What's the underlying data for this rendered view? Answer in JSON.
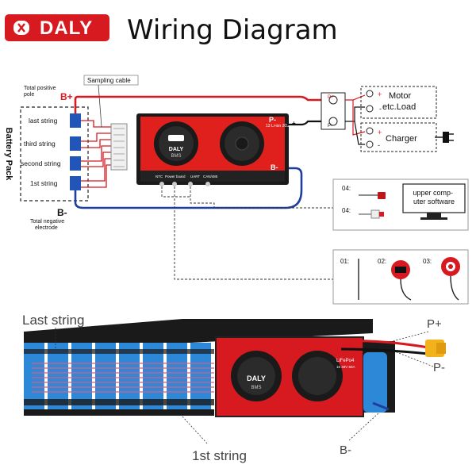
{
  "header": {
    "brand": "DALY",
    "title": "Wiring Diagram"
  },
  "battery_pack": {
    "side_label": "Battery Pack",
    "total_positive_label": "Total positive pole",
    "total_negative_label": "Total negative electrode",
    "b_plus": "B+",
    "b_minus": "B-",
    "strings": [
      "last string",
      "third string",
      "second string",
      "1st string"
    ],
    "sampling_cable": "Sampling cable"
  },
  "bms": {
    "brand": "DALY",
    "model": "BMS",
    "spec": "13 Li-ion 20S 72V 60A",
    "p_minus": "P-",
    "b_minus": "B-",
    "ports": [
      "NTC",
      "Power board",
      "UART",
      "CAN/485"
    ]
  },
  "outputs": {
    "p_plus": "P+",
    "p_minus": "P-",
    "motor_label": "Motor",
    "load_label": "etc.Load",
    "charger_label": "Charger",
    "plus": "+",
    "minus": "-"
  },
  "accessories": {
    "item_04a": "04:",
    "item_04b": "04:",
    "software": "upper computer software",
    "item_01": "01:",
    "item_02": "02:",
    "item_03": "03:"
  },
  "photo": {
    "last_string": "Last string",
    "first_string": "1st string",
    "p_plus": "P+",
    "p_minus": "P-",
    "b_minus": "B-",
    "bms_brand": "DALY",
    "bms_model": "BMS",
    "bms_spec": "LiFePo4",
    "bms_spec2": "16 48V 60A"
  },
  "colors": {
    "brand_red": "#d71920",
    "positive_wire": "#d71920",
    "negative_wire": "#1f3f9c",
    "cell_blue": "#2e88d8",
    "board_red": "#e0201c"
  }
}
